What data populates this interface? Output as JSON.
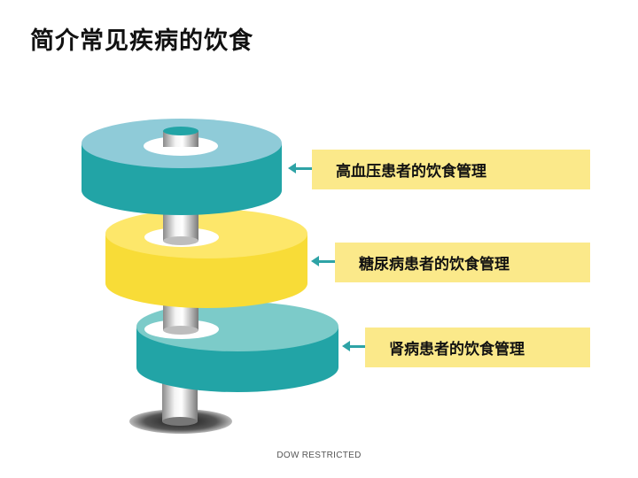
{
  "slide": {
    "title": "简介常见疾病的饮食"
  },
  "labels": [
    "高血压患者的饮食管理",
    "糖尿病患者的饮食管理",
    "肾病患者的饮食管理"
  ],
  "footer": {
    "text": "DOW RESTRICTED"
  },
  "colors": {
    "teal_side": "#22a4a6",
    "teal_top_1": "#8fcbd8",
    "teal_top_3": "#7ccbc9",
    "yellow_side": "#f8dc37",
    "yellow_top": "#fde76a",
    "label_background": "#fbe98a",
    "arrow": "#2ea3a6"
  }
}
